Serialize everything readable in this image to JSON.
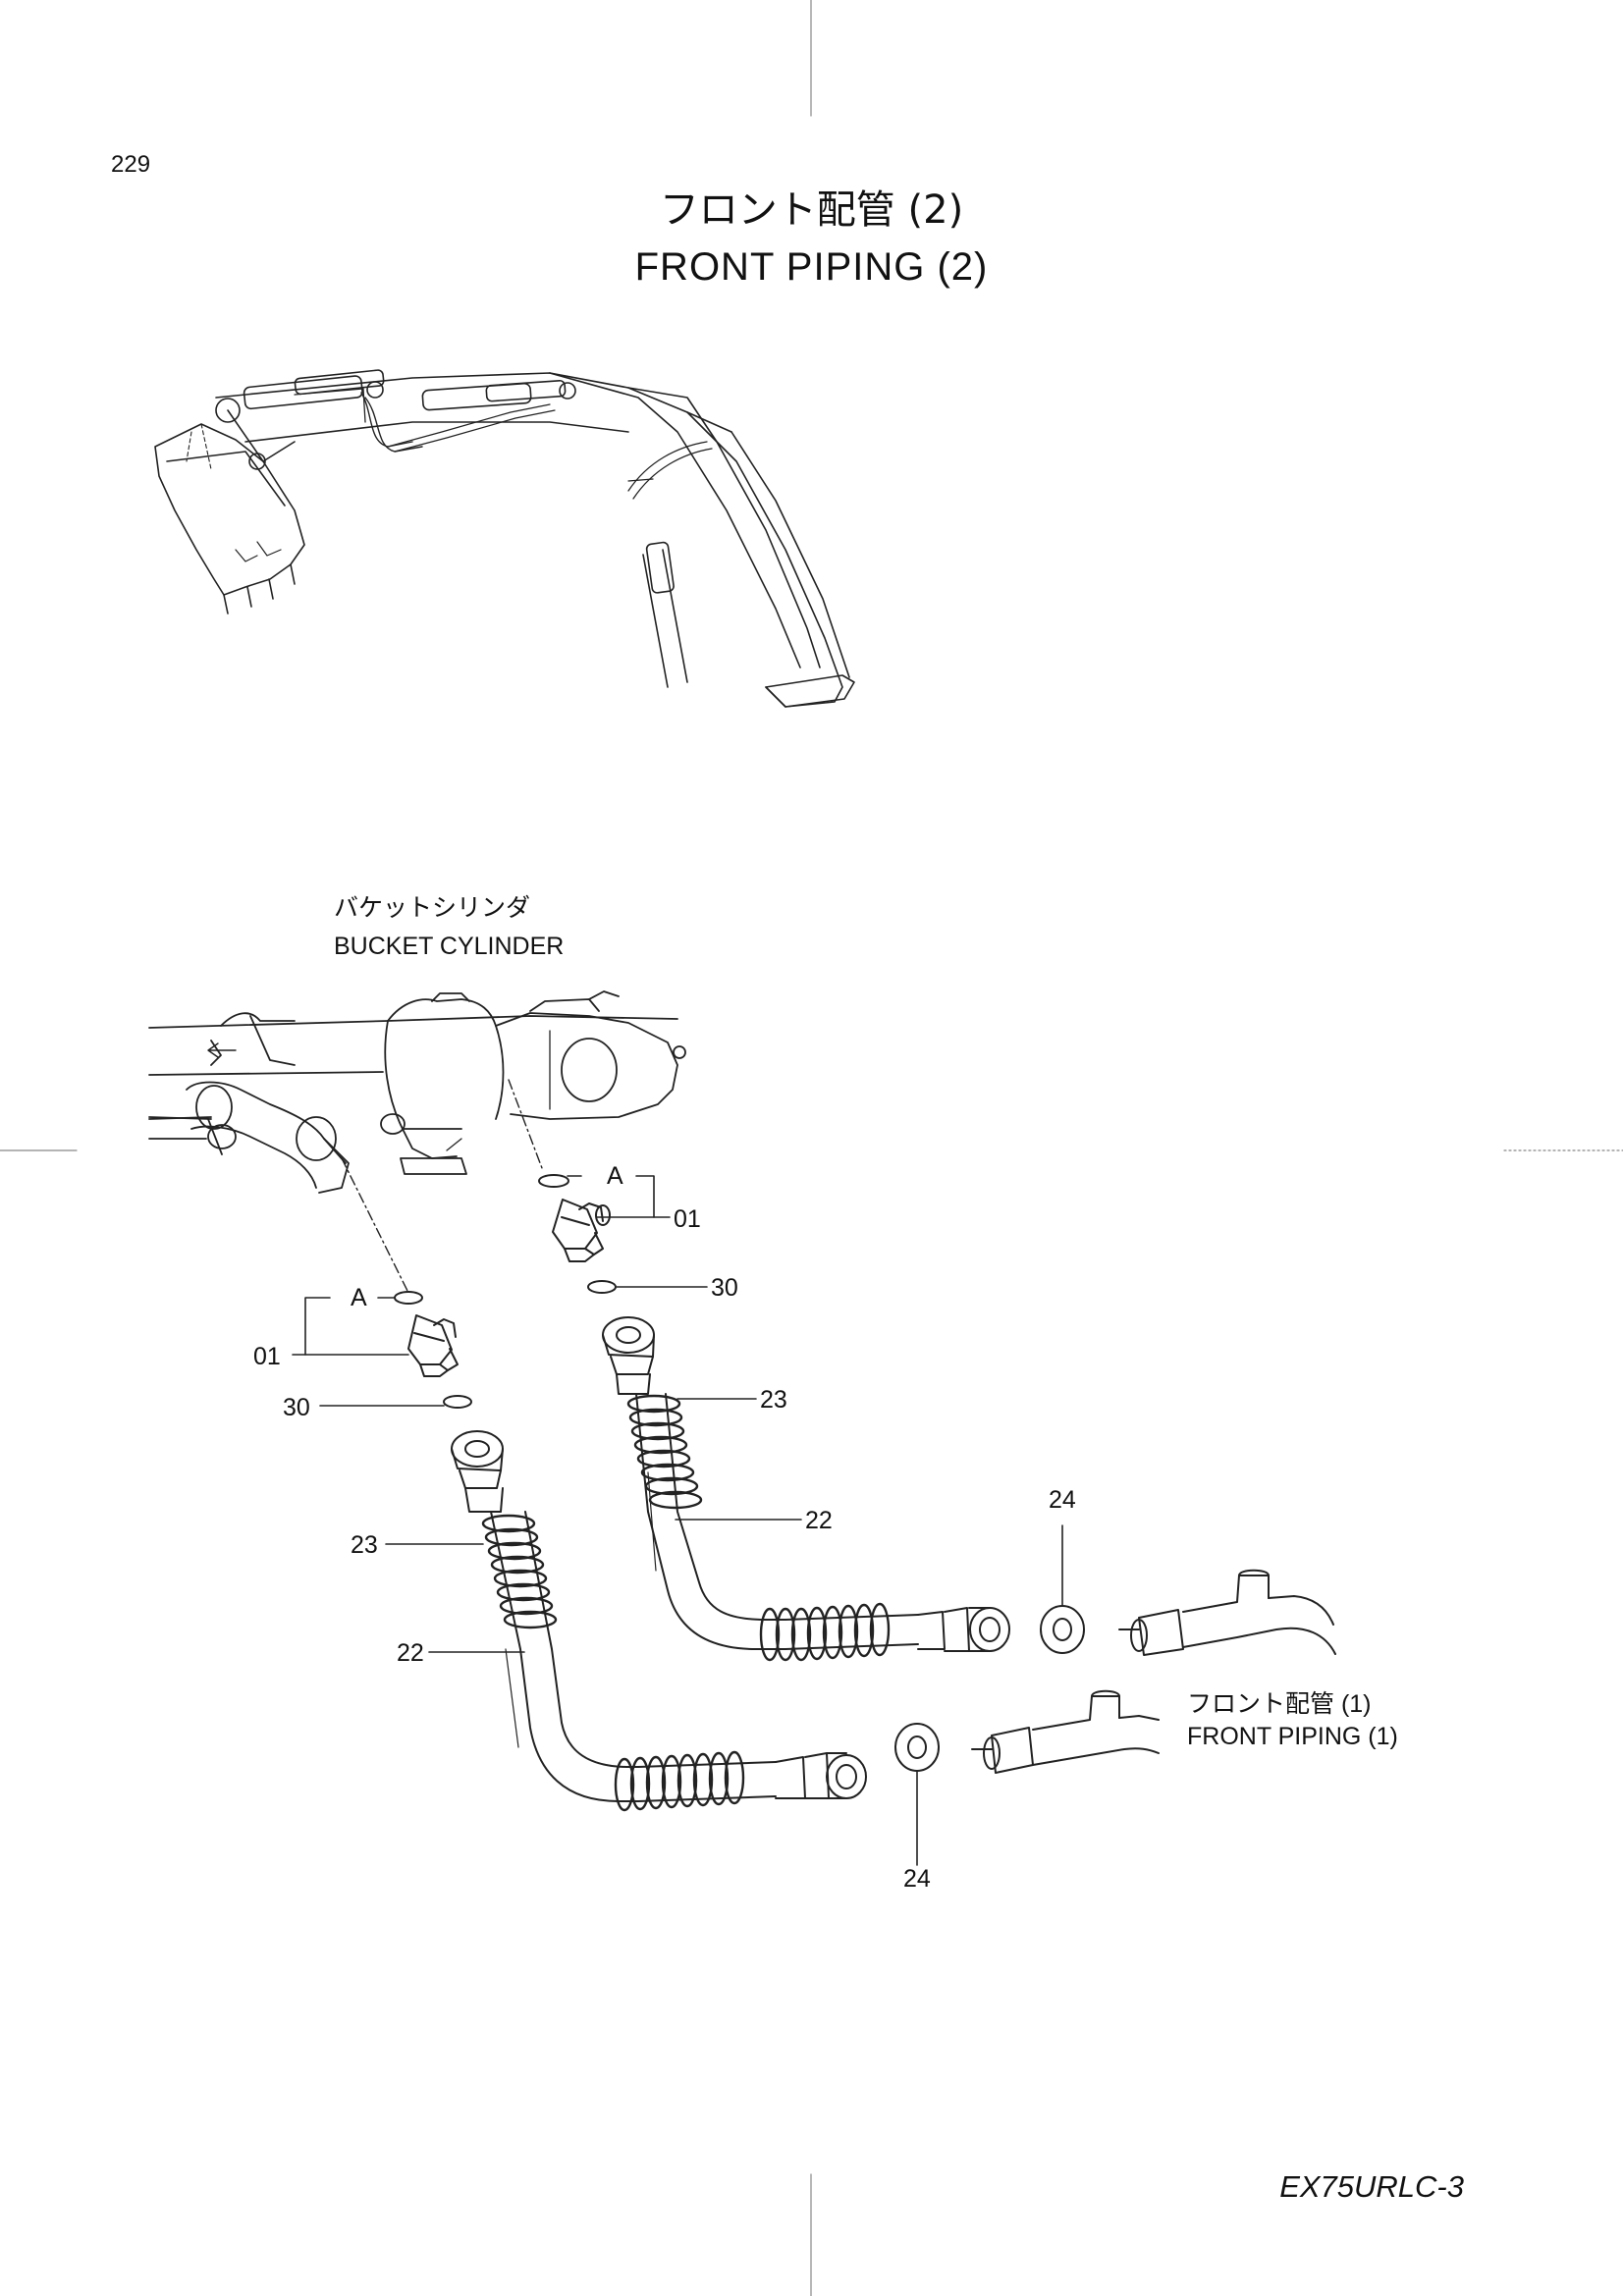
{
  "page": {
    "number": "229",
    "title_jp": "フロント配管 (2)",
    "title_en": "FRONT  PIPING (2)",
    "model": "EX75URLC-3"
  },
  "labels": {
    "bucket_cylinder_jp": "バケットシリンダ",
    "bucket_cylinder_en": "BUCKET  CYLINDER",
    "front_piping1_jp": "フロント配管  (1)",
    "front_piping1_en": "FRONT   PIPING  (1)",
    "view_a_upper": "A",
    "view_a_lower": "A"
  },
  "callouts": {
    "c01_upper": "01",
    "c30_upper": "30",
    "c23_right": "23",
    "c22_right": "22",
    "c24_upper": "24",
    "c01_lower": "01",
    "c30_lower": "30",
    "c23_left": "23",
    "c22_left": "22",
    "c24_lower": "24"
  }
}
